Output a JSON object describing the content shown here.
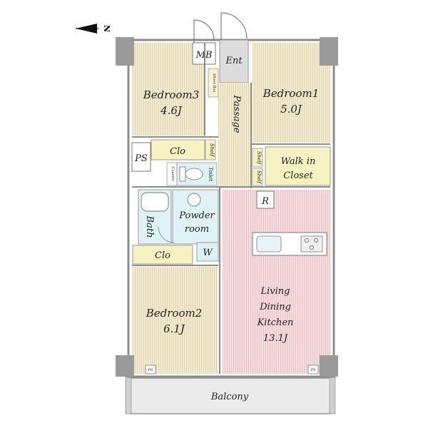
{
  "compass": {
    "label": "N"
  },
  "rooms": {
    "bedroom3": {
      "name": "Bedroom3",
      "size": "4.6J"
    },
    "bedroom1": {
      "name": "Bedroom1",
      "size": "5.0J"
    },
    "bedroom2": {
      "name": "Bedroom2",
      "size": "6.1J"
    },
    "ldk": {
      "line1": "Living",
      "line2": "Dining",
      "line3": "Kitchen",
      "size": "13.1J"
    },
    "walk_in_closet": {
      "line1": "Walk in",
      "line2": "Closet"
    },
    "powder_room": {
      "line1": "Powder",
      "line2": "room"
    },
    "entrance": "Ent",
    "meter_box": "MB",
    "passage": "Passage",
    "pipe_space": "PS",
    "closet_top": "Clo",
    "closet_bottom": "Clo",
    "shoe_box": "Shoes Box",
    "shelf_left": "Shelf",
    "shelf_right1": "Shelf",
    "shelf_right2": "Shelf",
    "counter": "Counter",
    "toilet": "Toilet",
    "bath": "Bath",
    "washer": "W",
    "refrigerator": "R",
    "balcony": "Balcony",
    "ps_corner_left": "PS",
    "ps_corner_right": "PS"
  }
}
